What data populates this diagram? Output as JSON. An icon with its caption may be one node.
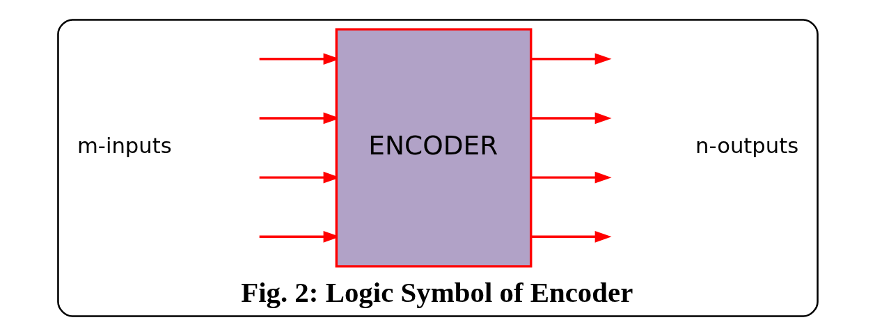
{
  "diagram": {
    "nodes": [
      {
        "text": [
          "Fig. 2: Logic Symbol of Encoder"
        ]
      },
      {
        "text": [
          "ENCODER"
        ],
        "in": 0
      }
    ],
    "edges": [
      {
        "from": 1,
        "to": null,
        "arrow": "to"
      },
      {
        "from": 1,
        "to": null,
        "arrow": "to"
      },
      {
        "from": 1,
        "to": null,
        "arrow": "to"
      },
      {
        "from": 1,
        "to": null,
        "arrow": "to"
      },
      {
        "from": null,
        "to": 1,
        "arrow": "to"
      },
      {
        "from": null,
        "to": 1,
        "arrow": "to"
      },
      {
        "from": null,
        "to": 1,
        "arrow": "to"
      },
      {
        "from": null,
        "to": 1,
        "arrow": "to"
      }
    ],
    "labels": [
      "m-inputs",
      "n-outputs"
    ]
  }
}
